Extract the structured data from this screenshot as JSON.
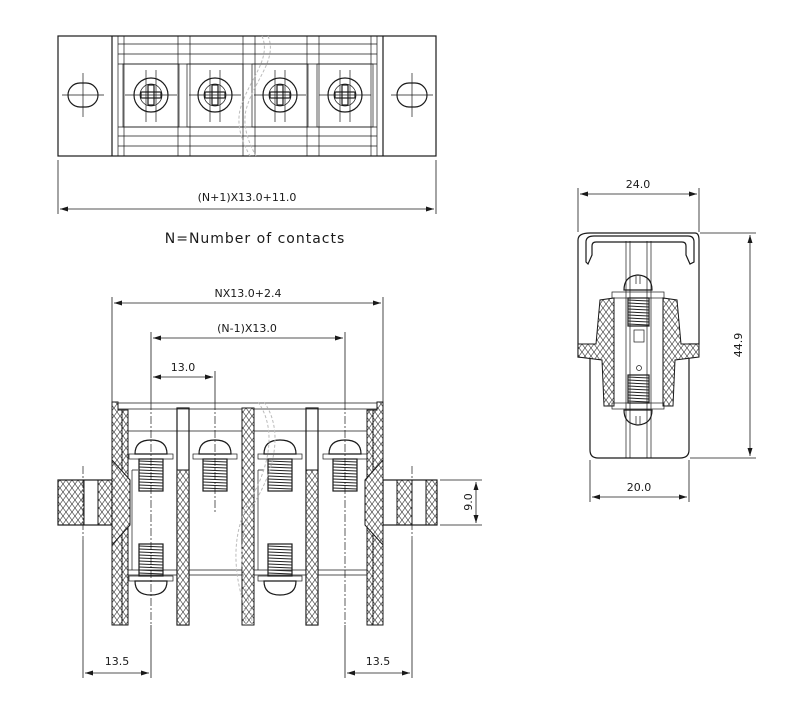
{
  "drawing": {
    "note": "N=Number of contacts",
    "top_view": {
      "overall_length_label": "(N+1)X13.0+11.0",
      "contacts_shown": 4
    },
    "front_view": {
      "body_width_label": "NX13.0+2.4",
      "pitch_span_label": "(N-1)X13.0",
      "pitch_label": "13.0",
      "left_mount_offset_label": "13.5",
      "right_mount_offset_label": "13.5",
      "flange_thickness_label": "9.0"
    },
    "side_view": {
      "top_width_label": "24.0",
      "bottom_width_label": "20.0",
      "height_label": "44.9"
    }
  },
  "colors": {
    "line": "#1a1a1a",
    "background": "#ffffff"
  }
}
